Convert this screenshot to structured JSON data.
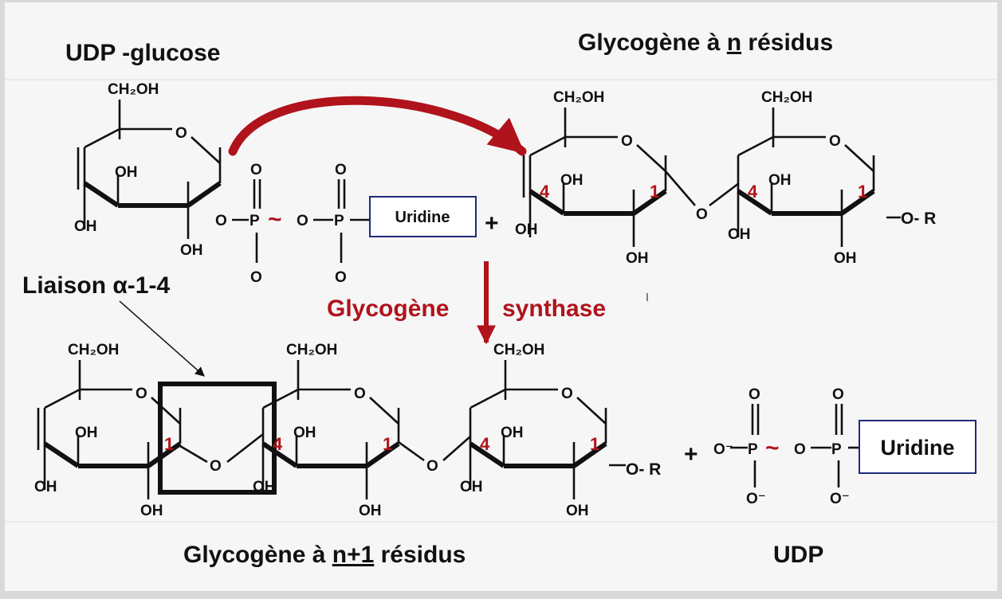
{
  "titles": {
    "udp_glucose": "UDP -glucose",
    "glycogen_n_prefix": "Glycogène à ",
    "glycogen_n_var": "n",
    "glycogen_n_suffix": " résidus",
    "glycogen_n1_prefix": "Glycogène à ",
    "glycogen_n1_var": "n+1",
    "glycogen_n1_suffix": " résidus",
    "udp": "UDP"
  },
  "enzyme": {
    "word1": "Glycogène",
    "word2": "synthase"
  },
  "linkage_label": "Liaison α-1-4",
  "labels": {
    "ch2oh": "CH₂OH",
    "oh": "OH",
    "ring_o": "O",
    "o": "O",
    "o_minus": "O⁻",
    "p": "P",
    "tilde": "~",
    "plus": "+",
    "o_r": "O- R",
    "uridine": "Uridine",
    "c1": "1",
    "c4": "4"
  },
  "colors": {
    "background": "#d9d9d9",
    "panel": "#f6f6f6",
    "accent_red": "#b0131b",
    "uridine_border": "#1f2a7a",
    "text": "#111111"
  }
}
